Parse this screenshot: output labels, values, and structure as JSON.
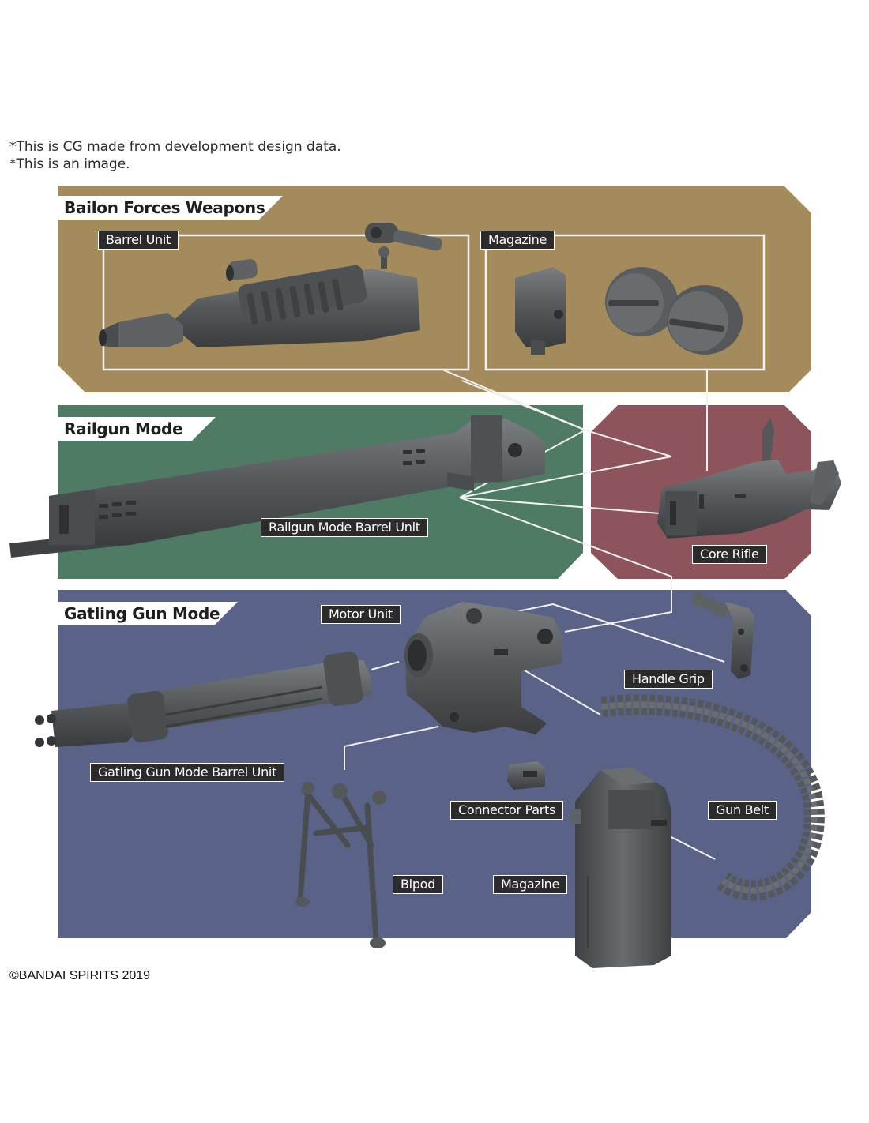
{
  "notes": {
    "line1": "*This is CG made from development design data.",
    "line2": "*This is an image."
  },
  "sections": {
    "bailon": {
      "title": "Bailon Forces Weapons",
      "color": "#a38b5c"
    },
    "railgun": {
      "title": "Railgun Mode",
      "color": "#4f7a63"
    },
    "core": {
      "color": "#8e545c"
    },
    "gatling": {
      "title": "Gatling Gun Mode",
      "color": "#5a6287"
    }
  },
  "labels": {
    "barrel_unit": "Barrel Unit",
    "magazine_top": "Magazine",
    "railgun_barrel": "Railgun Mode Barrel Unit",
    "core_rifle": "Core Rifle",
    "motor_unit": "Motor Unit",
    "handle_grip": "Handle Grip",
    "gatling_barrel": "Gatling Gun Mode Barrel Unit",
    "connector_parts": "Connector Parts",
    "gun_belt": "Gun Belt",
    "bipod": "Bipod",
    "magazine_bottom": "Magazine"
  },
  "copyright": "©BANDAI SPIRITS 2019",
  "colors": {
    "part": "#55585a",
    "part_dark": "#3b3d3f",
    "part_light": "#75797b",
    "label_bg": "#2b2b2b"
  }
}
